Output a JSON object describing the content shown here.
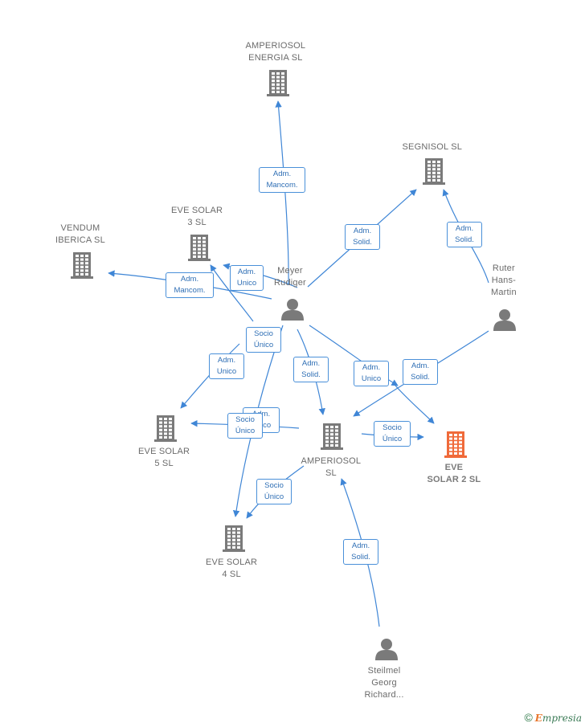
{
  "nodes": [
    {
      "id": "amperiosol_energia",
      "kind": "company",
      "lines": [
        "AMPERIOSOL",
        "ENERGIA  SL"
      ]
    },
    {
      "id": "segnisol",
      "kind": "company",
      "lines": [
        "SEGNISOL  SL"
      ]
    },
    {
      "id": "eve_solar_3",
      "kind": "company",
      "lines": [
        "EVE SOLAR",
        "3  SL"
      ]
    },
    {
      "id": "vendum_iberica",
      "kind": "company",
      "lines": [
        "VENDUM",
        "IBERICA  SL"
      ]
    },
    {
      "id": "meyer_rudiger",
      "kind": "person",
      "lines": [
        "Meyer",
        "Rudiger"
      ]
    },
    {
      "id": "ruter_hans_martin",
      "kind": "person",
      "lines": [
        "Ruter",
        "Hans-",
        "Martin"
      ]
    },
    {
      "id": "eve_solar_5",
      "kind": "company",
      "lines": [
        "EVE SOLAR",
        "5  SL"
      ]
    },
    {
      "id": "amperiosol",
      "kind": "company",
      "lines": [
        "AMPERIOSOL",
        "SL"
      ]
    },
    {
      "id": "eve_solar_2",
      "kind": "company-focus",
      "lines": [
        "EVE",
        "SOLAR 2  SL"
      ]
    },
    {
      "id": "eve_solar_4",
      "kind": "company",
      "lines": [
        "EVE SOLAR",
        "4  SL"
      ]
    },
    {
      "id": "steilmel",
      "kind": "person",
      "lines": [
        "Steilmel",
        "Georg",
        "Richard..."
      ]
    }
  ],
  "edge_labels": [
    {
      "id": "e1",
      "lines": [
        "Adm.",
        "Mancom."
      ]
    },
    {
      "id": "e2",
      "lines": [
        "Adm.",
        "Solid."
      ]
    },
    {
      "id": "e3",
      "lines": [
        "Adm.",
        "Solid."
      ]
    },
    {
      "id": "e4",
      "lines": [
        "Adm.",
        "Mancom."
      ]
    },
    {
      "id": "e5",
      "lines": [
        "Adm.",
        "Unico"
      ]
    },
    {
      "id": "e6",
      "lines": [
        "Socio",
        "Único"
      ]
    },
    {
      "id": "e7",
      "lines": [
        "Adm.",
        "Unico"
      ]
    },
    {
      "id": "e8",
      "lines": [
        "Adm.",
        "Solid."
      ]
    },
    {
      "id": "e9",
      "lines": [
        "Adm.",
        "Unico"
      ]
    },
    {
      "id": "e10",
      "lines": [
        "Adm.",
        "Solid."
      ]
    },
    {
      "id": "e11",
      "lines": [
        "Adm.",
        "Único"
      ]
    },
    {
      "id": "e12",
      "lines": [
        "Socio",
        "Único"
      ]
    },
    {
      "id": "e13",
      "lines": [
        "Socio",
        "Único"
      ]
    },
    {
      "id": "e14",
      "lines": [
        "Socio",
        "Único"
      ]
    },
    {
      "id": "e15",
      "lines": [
        "Adm.",
        "Solid."
      ]
    }
  ],
  "colors": {
    "edge": "#3f86d6",
    "node": "#7a7a7a",
    "focus": "#f06a3a"
  },
  "brand": {
    "copyright": "©",
    "e_letter": "E",
    "rest": "mpresia"
  }
}
